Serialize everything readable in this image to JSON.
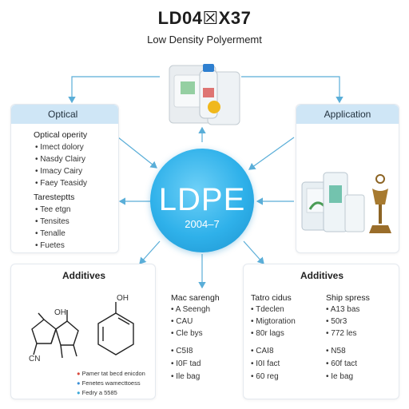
{
  "header": {
    "title": "LD04☒X37",
    "subtitle": "Low Density Polyermemt"
  },
  "hub": {
    "label": "LDPE",
    "code": "2004–7"
  },
  "optical": {
    "title": "Optical",
    "heading": "Optical operity",
    "items": [
      "Imect dolory",
      "Nasdy Clairy",
      "Imacy Cairy",
      "Faey Teasidy"
    ],
    "heading2": "Taresteptts",
    "items2": [
      "Tee etgn",
      "Tensites",
      "Tenalle",
      "Fuetes"
    ]
  },
  "application": {
    "title": "Application"
  },
  "additives_left": {
    "title": "Additives",
    "labels": [
      "OH",
      "OH",
      "CN"
    ],
    "legend": [
      "Pamer tat becd enicdon",
      "Fenetes wamecttoess",
      "Fedry a 5585"
    ],
    "legend_colors": [
      "#d9483b",
      "#3a8fd6",
      "#3aa7d8"
    ]
  },
  "middle_col": {
    "heading": "Mac sarengh",
    "items": [
      "A Seengh",
      "CAU",
      "Cle bys"
    ],
    "group2": [
      "C5I8",
      "I0F tad",
      "Ile bag"
    ]
  },
  "additives_right": {
    "title": "Additives",
    "col1": {
      "heading": "Tatro cidus",
      "items": [
        "Tdeclen",
        "Migtoration",
        "80r lags"
      ],
      "group2": [
        "CAI8",
        "I0I fact",
        "60 reg"
      ]
    },
    "col2": {
      "heading": "Ship spress",
      "items": [
        "A13 bas",
        "50r3",
        "772 les"
      ],
      "group2": [
        "N58",
        "60f tact",
        "Ie bag"
      ]
    }
  },
  "colors": {
    "accent": "#2fb1ea",
    "header_fill": "#cfe6f6",
    "arrow": "#5aaed8"
  }
}
